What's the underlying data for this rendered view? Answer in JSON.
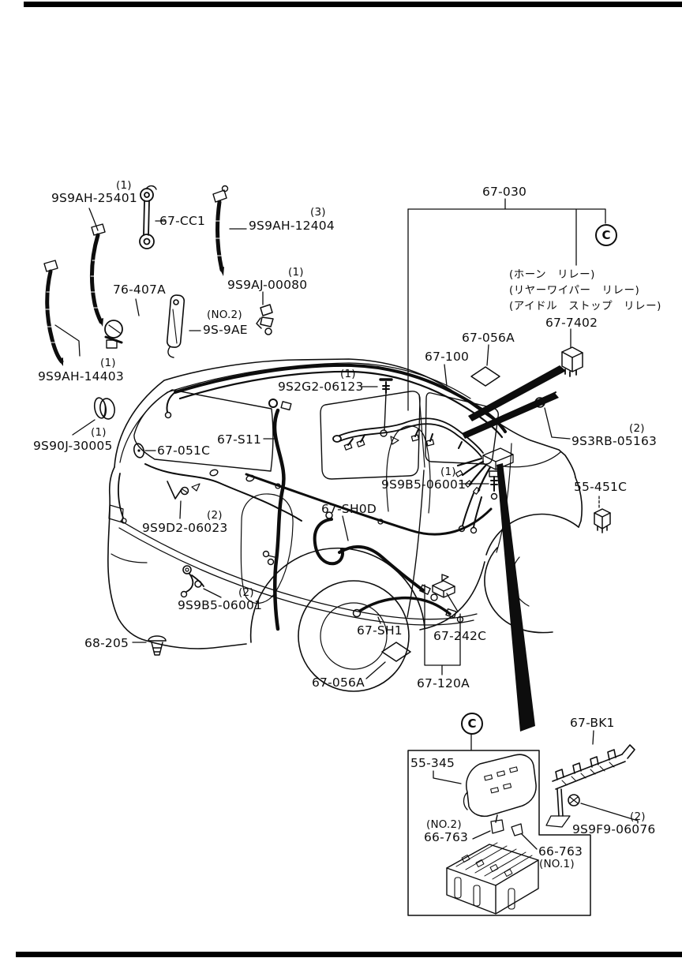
{
  "doc": {
    "type": "parts-diagram",
    "ink": "#0d0d0d",
    "paper": "#ffffff"
  },
  "markers": {
    "detail": "C"
  },
  "relay_notes": {
    "line1": "(ホーン　リレー)",
    "line2": "(リヤーワイパー　リレー)",
    "line3": "(アイドル　ストップ　リレー)"
  },
  "callouts": {
    "ah25401": {
      "qty": "(1)",
      "code": "9S9AH-25401"
    },
    "cc1": {
      "code": "67-CC1"
    },
    "ah12404": {
      "qty": "(3)",
      "code": "9S9AH-12404"
    },
    "aj00080": {
      "qty": "(1)",
      "code": "9S9AJ-00080"
    },
    "p76407a": {
      "code": "76-407A"
    },
    "s9ae": {
      "qty": "(NO.2)",
      "code": "9S-9AE"
    },
    "ah14403": {
      "qty": "(1)",
      "code": "9S9AH-14403"
    },
    "j30005": {
      "qty": "(1)",
      "code": "9S90J-30005"
    },
    "p67051c": {
      "code": "67-051C"
    },
    "p67s11": {
      "code": "67-S11"
    },
    "g206123": {
      "qty": "(1)",
      "code": "9S2G2-06123"
    },
    "p67030": {
      "code": "67-030"
    },
    "p677402": {
      "code": "67-7402"
    },
    "p67056a_top": {
      "code": "67-056A"
    },
    "p67100": {
      "code": "67-100"
    },
    "rb05163": {
      "qty": "(2)",
      "code": "9S3RB-05163"
    },
    "b506001_1": {
      "qty": "(1)",
      "code": "9S9B5-06001"
    },
    "p55451c": {
      "code": "55-451C"
    },
    "p67sh0d": {
      "code": "67-SH0D"
    },
    "d206023": {
      "qty": "(2)",
      "code": "9S9D2-06023"
    },
    "b506001_2": {
      "qty": "(2)",
      "code": "9S9B5-06001"
    },
    "p68205": {
      "code": "68-205"
    },
    "p67sh1": {
      "code": "67-SH1"
    },
    "p67242c": {
      "code": "67-242C"
    },
    "p67120a": {
      "code": "67-120A"
    },
    "p67056a_bot": {
      "code": "67-056A"
    },
    "p55345": {
      "code": "55-345"
    },
    "p66763_no2": {
      "qty": "(NO.2)",
      "code": "66-763"
    },
    "p66763_no1": {
      "code": "66-763",
      "qty": "(NO.1)"
    },
    "p67bk1": {
      "code": "67-BK1"
    },
    "f906076": {
      "qty": "(2)",
      "code": "9S9F9-06076"
    }
  }
}
